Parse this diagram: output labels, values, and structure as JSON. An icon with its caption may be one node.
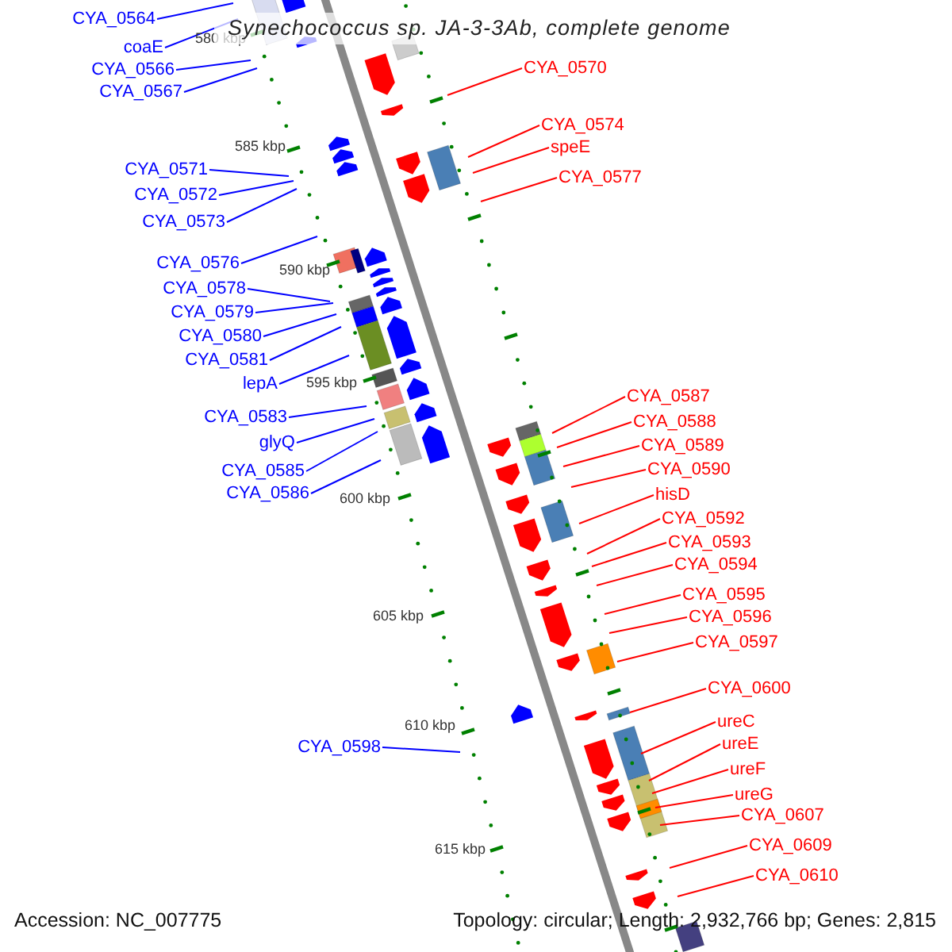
{
  "diagram": {
    "title": "Synechococcus sp. JA-3-3Ab, complete genome",
    "nodes": [
      {
        "text": [
          "CYA_0564"
        ]
      },
      {
        "text": [
          "coaE"
        ]
      },
      {
        "text": [
          "CYA_0566"
        ]
      },
      {
        "text": [
          "CYA_0567"
        ]
      },
      {
        "text": [
          "CYA_0571"
        ]
      },
      {
        "text": [
          "CYA_0572"
        ]
      },
      {
        "text": [
          "CYA_0573"
        ]
      },
      {
        "text": [
          "CYA_0576"
        ]
      },
      {
        "text": [
          "CYA_0578"
        ]
      },
      {
        "text": [
          "CYA_0579"
        ]
      },
      {
        "text": [
          "CYA_0580"
        ]
      },
      {
        "text": [
          "CYA_0581"
        ]
      },
      {
        "text": [
          "lepA"
        ]
      },
      {
        "text": [
          "CYA_0583"
        ]
      },
      {
        "text": [
          "glyQ"
        ]
      },
      {
        "text": [
          "CYA_0585"
        ]
      },
      {
        "text": [
          "CYA_0586"
        ]
      },
      {
        "text": [
          "CYA_0598"
        ]
      },
      {
        "text": [
          "CYA_0570"
        ]
      },
      {
        "text": [
          "CYA_0574"
        ]
      },
      {
        "text": [
          "speE"
        ]
      },
      {
        "text": [
          "CYA_0577"
        ]
      },
      {
        "text": [
          "CYA_0587"
        ]
      },
      {
        "text": [
          "CYA_0588"
        ]
      },
      {
        "text": [
          "CYA_0589"
        ]
      },
      {
        "text": [
          "CYA_0590"
        ]
      },
      {
        "text": [
          "hisD"
        ]
      },
      {
        "text": [
          "CYA_0592"
        ]
      },
      {
        "text": [
          "CYA_0593"
        ]
      },
      {
        "text": [
          "CYA_0594"
        ]
      },
      {
        "text": [
          "CYA_0595"
        ]
      },
      {
        "text": [
          "CYA_0596"
        ]
      },
      {
        "text": [
          "CYA_0597"
        ]
      },
      {
        "text": [
          "CYA_0600"
        ]
      },
      {
        "text": [
          "ureC"
        ]
      },
      {
        "text": [
          "ureE"
        ]
      },
      {
        "text": [
          "ureF"
        ]
      },
      {
        "text": [
          "ureG"
        ]
      },
      {
        "text": [
          "CYA_0607"
        ]
      },
      {
        "text": [
          "CYA_0609"
        ]
      },
      {
        "text": [
          "CYA_0610"
        ]
      }
    ],
    "edges": [
      {
        "from": 0,
        "to": null,
        "arrow": "none",
        "color": "#0000ff"
      },
      {
        "from": 1,
        "to": null,
        "arrow": "none",
        "color": "#0000ff"
      },
      {
        "from": 2,
        "to": null,
        "arrow": "none",
        "color": "#0000ff"
      },
      {
        "from": 3,
        "to": null,
        "arrow": "none",
        "color": "#0000ff"
      },
      {
        "from": 4,
        "to": null,
        "arrow": "none",
        "color": "#0000ff"
      },
      {
        "from": 5,
        "to": null,
        "arrow": "none",
        "color": "#0000ff"
      },
      {
        "from": 6,
        "to": null,
        "arrow": "none",
        "color": "#0000ff"
      },
      {
        "from": 7,
        "to": null,
        "arrow": "none",
        "color": "#0000ff"
      },
      {
        "from": 8,
        "to": null,
        "arrow": "none",
        "color": "#0000ff"
      },
      {
        "from": 9,
        "to": null,
        "arrow": "none",
        "color": "#0000ff"
      },
      {
        "from": 10,
        "to": null,
        "arrow": "none",
        "color": "#0000ff"
      },
      {
        "from": 11,
        "to": null,
        "arrow": "none",
        "color": "#0000ff"
      },
      {
        "from": 12,
        "to": null,
        "arrow": "none",
        "color": "#0000ff"
      },
      {
        "from": 13,
        "to": null,
        "arrow": "none",
        "color": "#0000ff"
      },
      {
        "from": 14,
        "to": null,
        "arrow": "none",
        "color": "#0000ff"
      },
      {
        "from": 15,
        "to": null,
        "arrow": "none",
        "color": "#0000ff"
      },
      {
        "from": 16,
        "to": null,
        "arrow": "none",
        "color": "#0000ff"
      },
      {
        "from": 17,
        "to": null,
        "arrow": "none",
        "color": "#0000ff"
      },
      {
        "from": 18,
        "to": null,
        "arrow": "none"
      },
      {
        "from": 19,
        "to": null,
        "arrow": "none"
      },
      {
        "from": 20,
        "to": null,
        "arrow": "none"
      },
      {
        "from": 21,
        "to": null,
        "arrow": "none"
      },
      {
        "from": 22,
        "to": null,
        "arrow": "none"
      },
      {
        "from": 23,
        "to": null,
        "arrow": "none"
      },
      {
        "from": 24,
        "to": null,
        "arrow": "none"
      },
      {
        "from": 25,
        "to": null,
        "arrow": "none"
      },
      {
        "from": 26,
        "to": null,
        "arrow": "none"
      },
      {
        "from": 27,
        "to": null,
        "arrow": "none"
      },
      {
        "from": 28,
        "to": null,
        "arrow": "none"
      },
      {
        "from": 29,
        "to": null,
        "arrow": "none"
      },
      {
        "from": 30,
        "to": null,
        "arrow": "none"
      },
      {
        "from": 31,
        "to": null,
        "arrow": "none"
      },
      {
        "from": 32,
        "to": null,
        "arrow": "none"
      },
      {
        "from": 33,
        "to": null,
        "arrow": "none"
      },
      {
        "from": 34,
        "to": null,
        "arrow": "none"
      },
      {
        "from": 35,
        "to": null,
        "arrow": "none"
      },
      {
        "from": 36,
        "to": null,
        "arrow": "none"
      },
      {
        "from": 37,
        "to": null,
        "arrow": "none"
      },
      {
        "from": 38,
        "to": null,
        "arrow": "none"
      },
      {
        "from": 39,
        "to": null,
        "arrow": "none"
      },
      {
        "from": 40,
        "to": null,
        "arrow": "none"
      }
    ],
    "labels": [
      "580 kbp",
      "585 kbp",
      "590 kbp",
      "595 kbp",
      "600 kbp",
      "605 kbp",
      "610 kbp",
      "615 kbp",
      "Accession: NC_007775",
      "Topology: circular; Length: 2,932,766 bp; Genes: 2,815"
    ]
  }
}
